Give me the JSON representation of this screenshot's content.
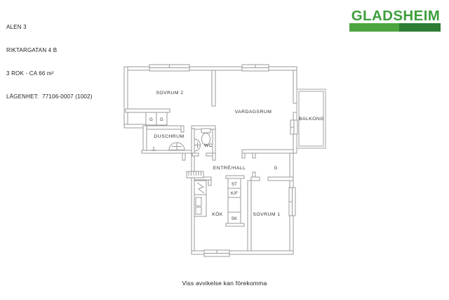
{
  "header": {
    "line1": "ALEN 3",
    "line2": "RIKTARGATAN 4 B",
    "line3": "3 ROK - CA 66 m²",
    "line4": "LÄGENHET:  77106-0007 (1002)"
  },
  "logo": {
    "name": "GLADSHEIM",
    "colors": {
      "text": "#3d9f3c",
      "bar_left": "#4ca53e",
      "bar_right": "#2e7d34"
    }
  },
  "floorplan": {
    "rooms": {
      "sovrum2": "SOVRUM 2",
      "vardagsrum": "VARDAGSRUM",
      "balkong": "BALKONG",
      "duschrum": "DUSCHRUM",
      "wc": "WC",
      "entre_hall": "ENTRÉ/HALL",
      "kok": "KÖK",
      "sovrum1": "SOVRUM 1"
    },
    "closets": {
      "g1": "G",
      "g2": "G",
      "g_hall": "G",
      "st": "ST",
      "kf": "K/F",
      "sk": "SK"
    },
    "symbols": {
      "floor_drain": "2"
    },
    "wall_color": "#9a9a9a"
  },
  "footer": {
    "disclaimer": "Viss avvikelse kan förekomma"
  }
}
